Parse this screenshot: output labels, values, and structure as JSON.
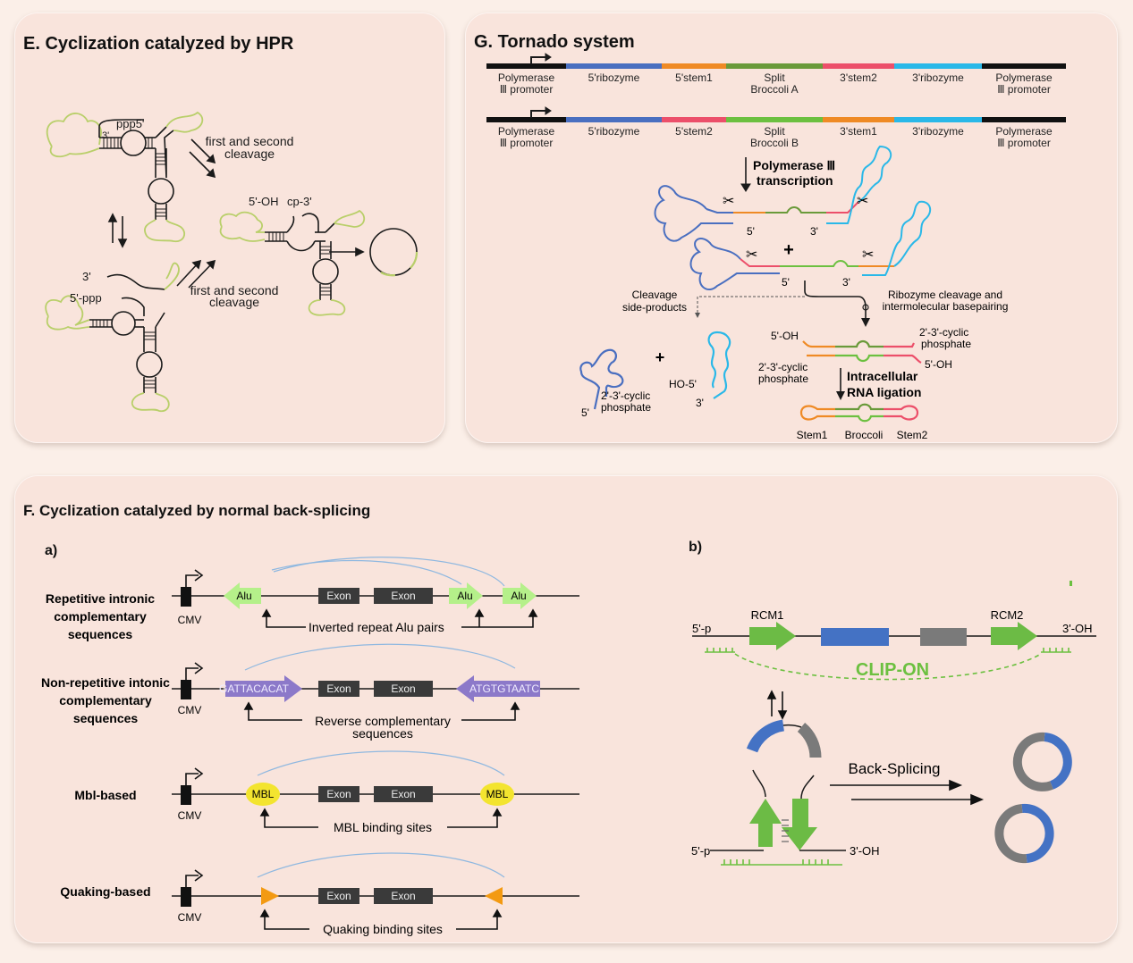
{
  "panel_e": {
    "title": "E. Cyclization catalyzed by HPR",
    "label_ppp5": "ppp5'",
    "label_3prime_top": "3'",
    "label_first_second_1a": "first and second",
    "label_first_second_1b": "cleavage",
    "label_5oh": "5'-OH",
    "label_cp3": "cp-3'",
    "label_3prime_bottom": "3'",
    "label_5ppp": "5'-ppp",
    "label_first_second_2a": "first and second",
    "label_first_second_2b": "cleavage"
  },
  "panel_g": {
    "title": "G. Tornado system",
    "construct_a": [
      {
        "label": "Polymerase\nⅢ promoter",
        "color": "#111111"
      },
      {
        "label": "5'ribozyme",
        "color": "#4a6fc0"
      },
      {
        "label": "5'stem1",
        "color": "#ef8a25"
      },
      {
        "label": "Split\nBroccoli A",
        "color": "#6a9a3a"
      },
      {
        "label": "3'stem2",
        "color": "#ec4f6a"
      },
      {
        "label": "3'ribozyme",
        "color": "#2ab8e8"
      },
      {
        "label": "Polymerase\nⅢ promoter",
        "color": "#111111"
      }
    ],
    "construct_b": [
      {
        "label": "Polymerase\nⅢ promoter",
        "color": "#111111"
      },
      {
        "label": "5'ribozyme",
        "color": "#4a6fc0"
      },
      {
        "label": "5'stem2",
        "color": "#ec4f6a"
      },
      {
        "label": "Split\nBroccoli B",
        "color": "#6cc040"
      },
      {
        "label": "3'stem1",
        "color": "#ef8a25"
      },
      {
        "label": "3'ribozyme",
        "color": "#2ab8e8"
      },
      {
        "label": "Polymerase\nⅢ promoter",
        "color": "#111111"
      }
    ],
    "step_transcription_1": "Polymerase Ⅲ",
    "step_transcription_2": "transcription",
    "label_5p": "5'",
    "label_3p": "3'",
    "plus": "+",
    "cleavage_side_1": "Cleavage",
    "cleavage_side_2": "side-products",
    "ribozyme_cleavage_1": "Ribozyme cleavage and",
    "ribozyme_cleavage_2": "intermolecular basepairing",
    "label_5oh_left": "5'-OH",
    "label_cyclic_right_1": "2'-3'-cyclic",
    "label_cyclic_right_2": "phosphate",
    "label_5oh_right": "5'-OH",
    "label_cyclic_left_1": "2'-3'-cyclic",
    "label_cyclic_left_2": "phosphate",
    "ligation_1": "Intracellular",
    "ligation_2": "RNA ligation",
    "side_cyclic_1": "2'-3'-cyclic",
    "side_cyclic_2": "phosphate",
    "side_5p": "5'",
    "side_ho5": "HO-5'",
    "side_3p": "3'",
    "final_labels": [
      "Stem1",
      "Broccoli",
      "Stem2"
    ]
  },
  "panel_f": {
    "title": "F. Cyclization catalyzed by normal back-splicing",
    "sub_a": "a)",
    "sub_b": "b)",
    "rows": [
      {
        "name_lines": [
          "Repetitive intronic",
          "complementary",
          "sequences"
        ],
        "promoter": "CMV",
        "element": "Alu",
        "exon": "Exon",
        "caption": "Inverted repeat Alu pairs"
      },
      {
        "name_lines": [
          "Non-repetitive intonic",
          "complementary",
          "sequences"
        ],
        "promoter": "CMV",
        "element_left": "GATTACACAT",
        "element_right": "ATGTGTAATC",
        "exon": "Exon",
        "caption_1": "Reverse complementary",
        "caption_2": "sequences"
      },
      {
        "name_lines": [
          "Mbl-based"
        ],
        "promoter": "CMV",
        "element": "MBL",
        "exon": "Exon",
        "caption": "MBL binding sites"
      },
      {
        "name_lines": [
          "Quaking-based"
        ],
        "promoter": "CMV",
        "exon": "Exon",
        "caption": "Quaking binding sites"
      }
    ],
    "b": {
      "label_5p": "5'-p",
      "label_3oh": "3'-OH",
      "rcm1": "RCM1",
      "rcm2": "RCM2",
      "clip_on": "CLIP-ON",
      "back_splicing": "Back-Splicing",
      "label_5p_bottom": "5'-p",
      "label_3oh_bottom": "3'-OH"
    },
    "colors": {
      "alu": "#b5f08a",
      "seq": "#8c79c9",
      "mbl": "#f3e42f",
      "quaking": "#f39a12",
      "exon": "#3a3a3a",
      "green": "#6cc040",
      "blue": "#4472c4",
      "gray": "#7a7a7a",
      "arc": "#8fb8e0"
    }
  }
}
